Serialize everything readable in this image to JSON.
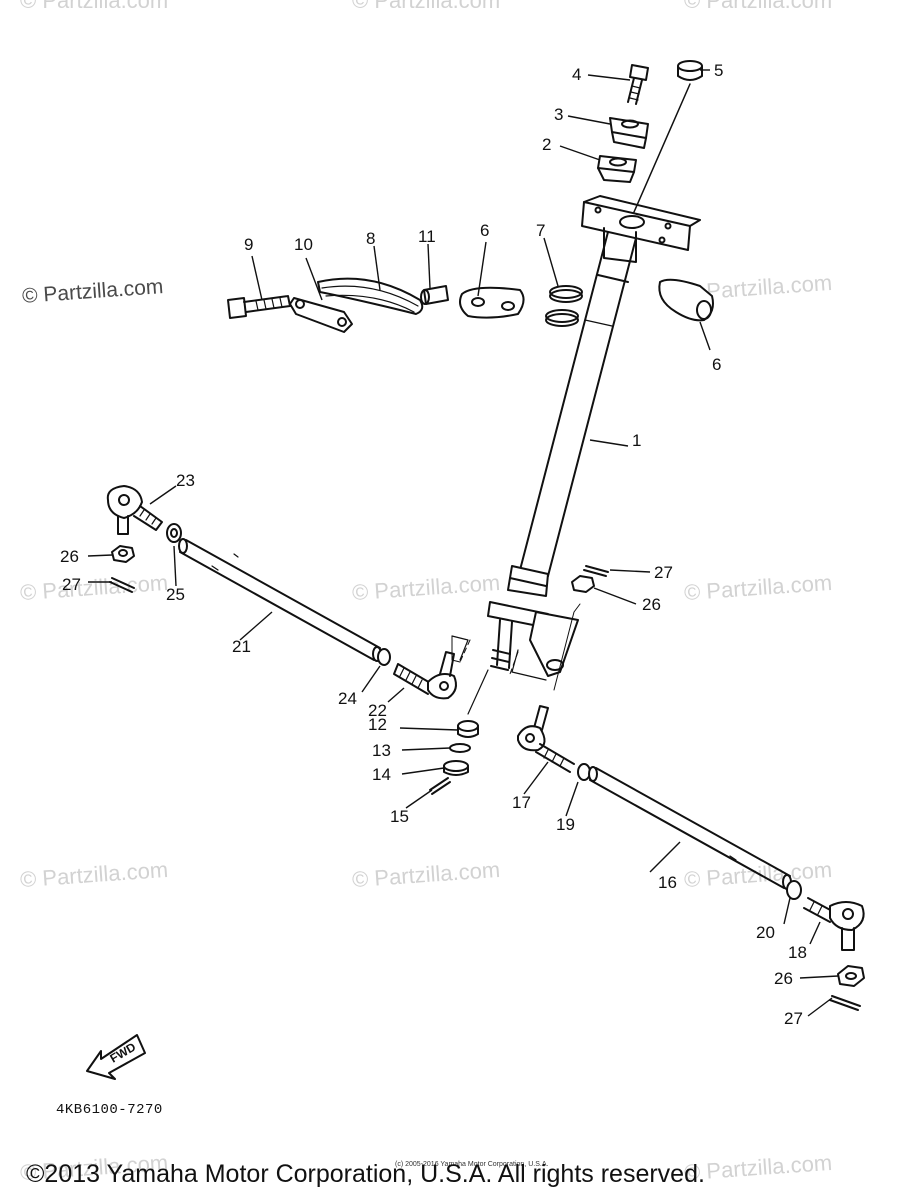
{
  "watermarks": [
    {
      "text": "© Partzilla.com"
    },
    {
      "text": "© Partzilla.com"
    },
    {
      "text": "© Partzilla.com"
    },
    {
      "text": "© Partzilla.com"
    },
    {
      "text": "© Partzilla.com"
    },
    {
      "text": "© Partzilla.com"
    },
    {
      "text": "© Partzilla.com"
    },
    {
      "text": "© Partzilla.com"
    },
    {
      "text": "© Partzilla.com"
    },
    {
      "text": "© Partzilla.com"
    },
    {
      "text": "© Partzilla.com"
    },
    {
      "text": "© Partzilla.com"
    }
  ],
  "dark_watermark": "© Partzilla.com",
  "callouts": [
    "1",
    "2",
    "3",
    "4",
    "5",
    "6",
    "6",
    "7",
    "8",
    "9",
    "10",
    "11",
    "12",
    "13",
    "14",
    "15",
    "16",
    "17",
    "18",
    "19",
    "20",
    "21",
    "22",
    "23",
    "24",
    "25",
    "26",
    "26",
    "26",
    "27",
    "27",
    "27"
  ],
  "fwd_label": "FWD",
  "part_code": "4KB6100-7270",
  "tiny_notice": "(c) 2005-2016 Yamaha Motor Corporation, U.S.A.",
  "copyright": "©2013 Yamaha Motor Corporation, U.S.A. All rights reserved."
}
